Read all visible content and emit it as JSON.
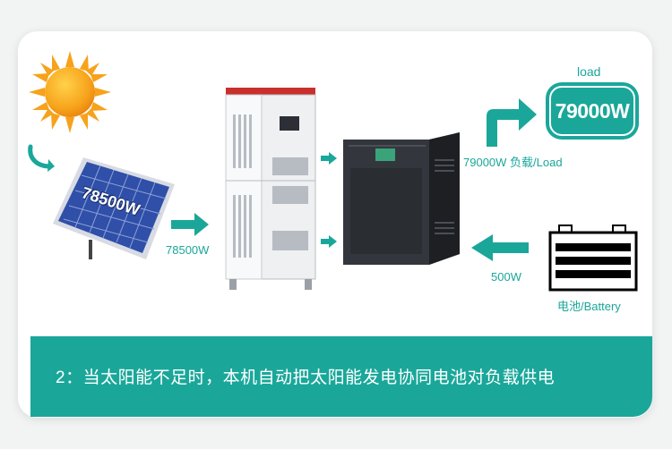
{
  "panel": {
    "watt": "78500W",
    "arrow_label": "78500W"
  },
  "load": {
    "top_label": "load",
    "value": "79000W",
    "caption": "79000W  负载/Load"
  },
  "battery": {
    "arrow_label": "500W",
    "label": "电池/Battery"
  },
  "banner": {
    "text": "2：当太阳能不足时，本机自动把太阳能发电协同电池对负载供电"
  },
  "colors": {
    "accent": "#1aa79a",
    "sun": "#f7a21b",
    "panel": "#2f4fa8"
  }
}
